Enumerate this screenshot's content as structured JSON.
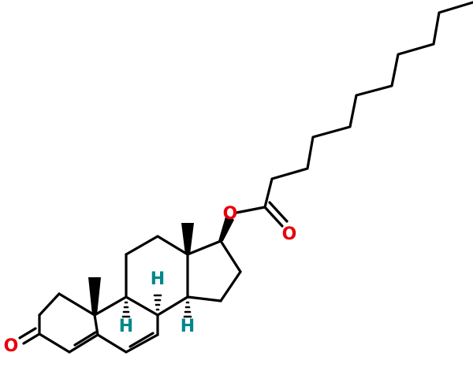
{
  "molecule": {
    "atom_labels": {
      "ketone_oxygen": "O",
      "ester_oxygen": "O",
      "carbonyl_oxygen": "O",
      "h8": "H",
      "h9": "H",
      "h14": "H"
    },
    "colors": {
      "bond": "#000000",
      "oxygen": "#e8000b",
      "hydrogen": "#00878a"
    }
  }
}
